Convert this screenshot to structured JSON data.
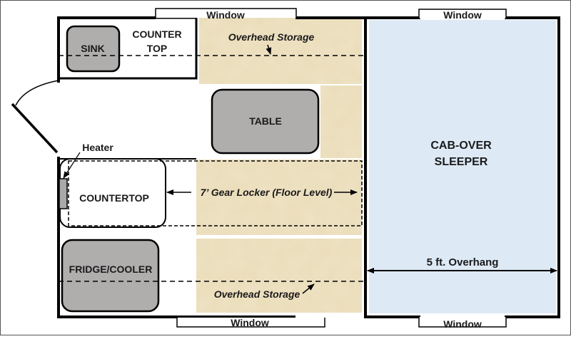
{
  "diagram": {
    "type": "floor-plan",
    "subject": "Camper floor plan",
    "colors": {
      "wall": "#000000",
      "fixture_fill": "#b0adad",
      "storage_fill": "#eadcb8",
      "sleeper_fill": "#dde9f5",
      "background": "#ffffff",
      "frame_border": "#555555"
    },
    "windows": [
      {
        "id": "window-top-left",
        "label": "Window"
      },
      {
        "id": "window-top-right",
        "label": "Window"
      },
      {
        "id": "window-bottom-left",
        "label": "Window"
      },
      {
        "id": "window-bottom-right",
        "label": "Window"
      }
    ],
    "fixtures": {
      "sink": "SINK",
      "counter_top_line1": "COUNTER",
      "counter_top_line2": "TOP",
      "table": "TABLE",
      "countertop": "COUNTERTOP",
      "fridge": "FRIDGE/COOLER",
      "heater": "Heater"
    },
    "storage": {
      "overhead_top": "Overhead Storage",
      "overhead_bottom": "Overhead Storage",
      "gear_locker": "7’ Gear Locker (Floor Level)"
    },
    "sleeper": {
      "line1": "CAB-OVER",
      "line2": "SLEEPER",
      "overhang": "5 ft. Overhang"
    }
  }
}
